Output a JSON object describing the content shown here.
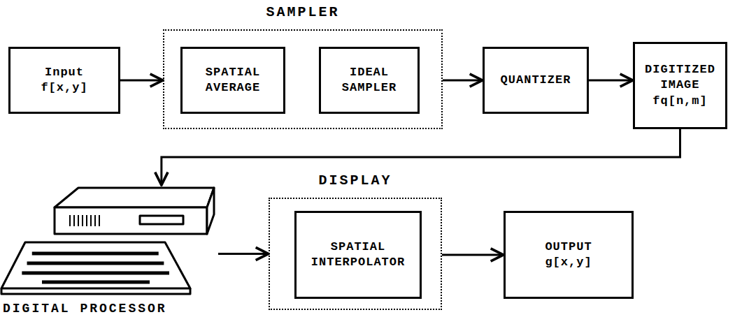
{
  "diagram": {
    "nodes": [
      {
        "text": [
          "Input f[x,y]"
        ]
      },
      {
        "text": [
          "SAMPLER"
        ]
      },
      {
        "text": [
          "SPATIAL AVERAGE"
        ],
        "in": 1
      },
      {
        "text": [
          "IDEAL SAMPLER"
        ],
        "in": 1
      },
      {
        "text": [
          "QUANTIZER"
        ]
      },
      {
        "text": [
          "DIGITIZED IMAGE",
          "fq[n,m]"
        ]
      },
      {
        "text": [
          "DIGITAL PROCESSOR"
        ]
      },
      {
        "text": [
          "DISPLAY"
        ]
      },
      {
        "text": [
          "SPATIAL INTERPOLATOR"
        ],
        "in": 7
      },
      {
        "text": [
          "OUTPUT g[x,y]"
        ]
      }
    ],
    "edges": [
      {
        "from": 0,
        "to": 1,
        "arrow": "to"
      },
      {
        "from": 1,
        "to": 4,
        "arrow": "to"
      },
      {
        "from": 4,
        "to": 5,
        "arrow": "to"
      },
      {
        "from": 5,
        "to": 6,
        "arrow": "to"
      },
      {
        "from": 6,
        "to": 7,
        "arrow": "to"
      },
      {
        "from": 7,
        "to": 9,
        "arrow": "to"
      }
    ]
  }
}
